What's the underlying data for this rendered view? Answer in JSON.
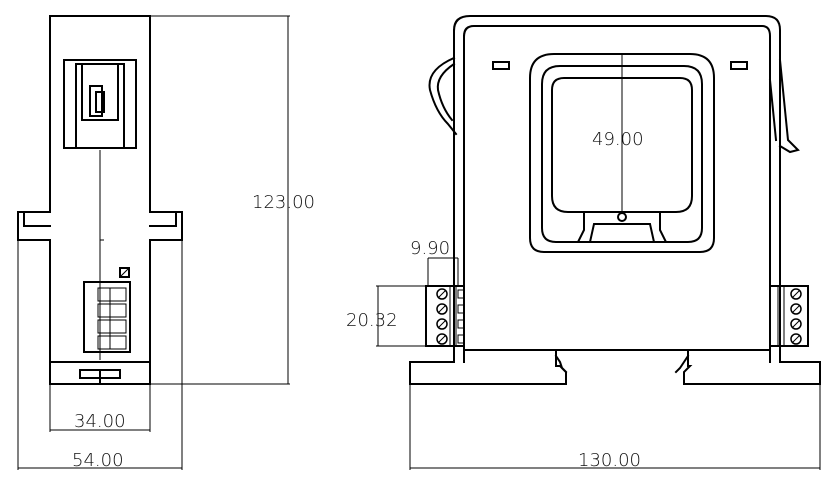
{
  "dimensions": {
    "height": "123.00",
    "inner_width": "34.00",
    "total_width_side": "54.00",
    "window_width": "49.00",
    "terminal_depth": "9.90",
    "terminal_height": "20.32",
    "total_width_front": "130.00"
  }
}
